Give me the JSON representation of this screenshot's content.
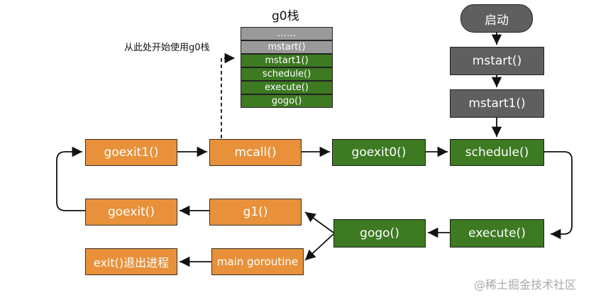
{
  "stack": {
    "title": "g0栈",
    "note": "从此处开始使用g0栈",
    "items": [
      "……",
      "mstart()",
      "mstart1()",
      "schedule()",
      "execute()",
      "gogo()"
    ]
  },
  "nodes": {
    "start": "启动",
    "mstart": "mstart()",
    "mstart1": "mstart1()",
    "schedule": "schedule()",
    "goexit0": "goexit0()",
    "mcall": "mcall()",
    "goexit1": "goexit1()",
    "goexit": "goexit()",
    "g1": "g1()",
    "execute": "execute()",
    "gogo": "gogo()",
    "main_goroutine": "main goroutine",
    "exit": "exit()退出进程"
  },
  "watermark": "@稀土掘金技术社区",
  "colors": {
    "orange": "#e8913a",
    "green": "#3d7a22",
    "gray": "#5f5f5f",
    "stack_gray": "#9a9a9a"
  }
}
